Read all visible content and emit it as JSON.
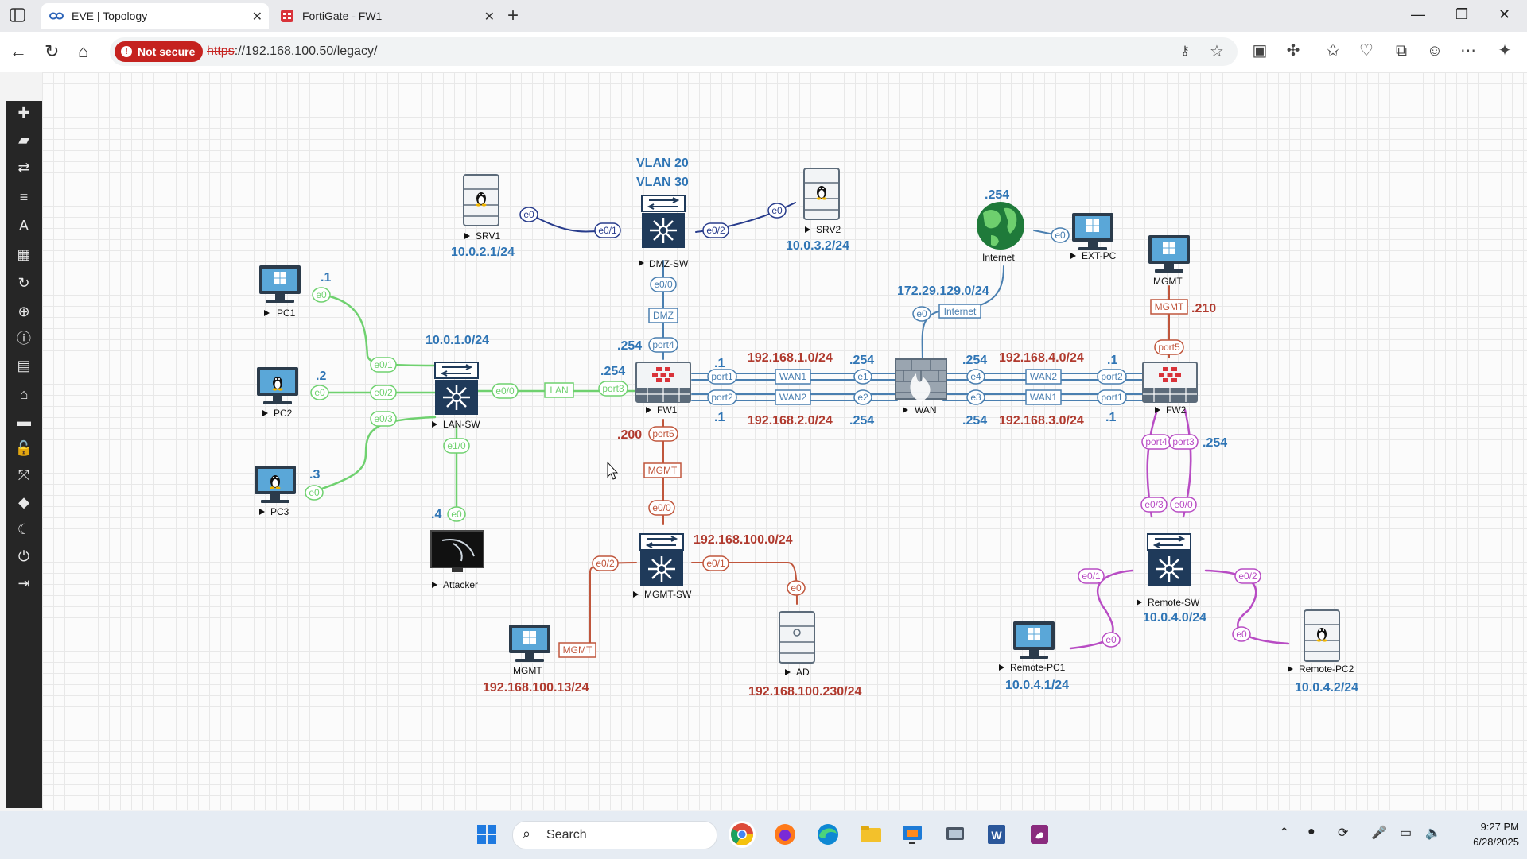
{
  "browser": {
    "tabs": [
      {
        "title": "EVE | Topology",
        "active": true
      },
      {
        "title": "FortiGate - FW1",
        "active": false
      }
    ],
    "security_label": "Not secure",
    "url_scheme": "https",
    "url_rest": "://192.168.100.50/legacy/"
  },
  "eve_toolbar": {
    "icons": [
      "add-icon",
      "nodes-icon",
      "networks-icon",
      "startup-configs-icon",
      "text-icon",
      "layout-icon",
      "refresh-icon",
      "zoom-icon",
      "info-icon",
      "logs-icon",
      "lab-icon",
      "chat-icon",
      "lock-icon",
      "fullscreen-icon",
      "tag-icon",
      "dark-mode-icon",
      "power-icon",
      "logout-icon"
    ]
  },
  "topology": {
    "nodes": {
      "srv1": "SRV1",
      "srv2": "SRV2",
      "dmz_sw": "DMZ-SW",
      "internet": "Internet",
      "ext_pc": "EXT-PC",
      "mgmt_pc_right": "MGMT",
      "pc1": "PC1",
      "pc2": "PC2",
      "pc3": "PC3",
      "lan_sw": "LAN-SW",
      "fw1": "FW1",
      "wan": "WAN",
      "fw2": "FW2",
      "attacker": "Attacker",
      "mgmt_sw": "MGMT-SW",
      "mgmt_pc": "MGMT",
      "ad": "AD",
      "remote_sw": "Remote-SW",
      "remote_pc1": "Remote-PC1",
      "remote_pc2": "Remote-PC2"
    },
    "interfaces": {
      "srv1_e0": "e0",
      "dmz_e01": "e0/1",
      "dmz_e02": "e0/2",
      "srv2_e0": "e0",
      "dmz_e00": "e0/0",
      "fw1_port4": "port4",
      "pc1_e0": "e0",
      "lan_e01": "e0/1",
      "pc2_e0": "e0",
      "lan_e02": "e0/2",
      "pc3_e0": "e0",
      "lan_e03": "e0/3",
      "lan_e00": "e0/0",
      "fw1_port3": "port3",
      "lan_e10": "e1/0",
      "attacker_e0": "e0",
      "fw1_port1": "port1",
      "fw1_port2": "port2",
      "wan_e1": "e1",
      "wan_e2": "e2",
      "wan_e4": "e4",
      "wan_e3": "e3",
      "fw2_port2": "port2",
      "fw2_port1": "port1",
      "internet_e0": "e0",
      "extpc_e0": "e0",
      "fw2_port5": "port5",
      "fw1_port5": "port5",
      "mgmtsw_e00": "e0/0",
      "mgmtsw_e02": "e0/2",
      "mgmtsw_e01": "e0/1",
      "ad_e0": "e0",
      "fw2_port4": "port4",
      "fw2_port3": "port3",
      "rsw_e03": "e0/3",
      "rsw_e00": "e0/0",
      "rsw_e01": "e0/1",
      "rsw_e02": "e0/2",
      "rpc1_e0": "e0",
      "rpc2_e0": "e0"
    },
    "link_labels": {
      "dmz": "DMZ",
      "lan": "LAN",
      "wan1_top": "WAN1",
      "wan2_bottom": "WAN2",
      "wan2_top": "WAN2",
      "wan1_bottom": "WAN1",
      "internet": "Internet",
      "mgmt_fw2": "MGMT",
      "mgmt_fw1": "MGMT",
      "mgmt_pc": "MGMT"
    },
    "blue_text": {
      "vlan20": "VLAN 20",
      "vlan30": "VLAN 30",
      "srv1_ip": "10.0.2.1/24",
      "srv2_ip": "10.0.3.2/24",
      "internet_254": ".254",
      "pc1_host": ".1",
      "pc2_host": ".2",
      "pc3_host": ".3",
      "lan_net": "10.0.1.0/24",
      "fw1_port4_254": ".254",
      "fw1_port3_254": ".254",
      "fw1_port1_1": ".1",
      "fw1_port2_1": ".1",
      "wan_e1_254": ".254",
      "wan_e2_254": ".254",
      "wan_e4_254": ".254",
      "wan_e3_254": ".254",
      "fw2_port2_1": ".1",
      "fw2_port1_1": ".1",
      "internet_net": "172.29.129.0/24",
      "fw2_lan_254": ".254",
      "attacker_host": ".4",
      "remote_net": "10.0.4.0/24",
      "rpc1_ip": "10.0.4.1/24",
      "rpc2_ip": "10.0.4.2/24"
    },
    "red_text": {
      "net_1": "192.168.1.0/24",
      "net_2": "192.168.2.0/24",
      "net_4": "192.168.4.0/24",
      "net_3": "192.168.3.0/24",
      "fw2_mgmt_host": ".210",
      "fw1_mgmt_host": ".200",
      "mgmt_net": "192.168.100.0/24",
      "mgmt_pc_ip": "192.168.100.13/24",
      "ad_ip": "192.168.100.230/24"
    },
    "colors": {
      "lan_green": "#6fd16f",
      "dmz_navy": "#283c8c",
      "wan_blue": "#4a7fb0",
      "mgmt_red": "#c0563c",
      "remote_purple": "#b84cc4",
      "label_blue": "#2f75b5",
      "label_red": "#b03a2e"
    }
  },
  "taskbar": {
    "search_label": "Search",
    "time": "9:27 PM",
    "date": "6/28/2025"
  }
}
